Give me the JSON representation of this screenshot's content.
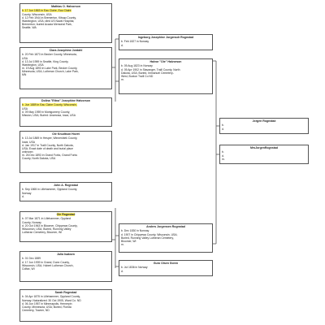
{
  "people": {
    "mathias": {
      "name": "Mathias O. Halvorson",
      "lines": [
        "b. 17 Jun 1863 in Eau Claire, Eau Claire",
        "County, Wisconsin, USA",
        "d. 12 Feb 1944 in Bremerton, Kitsap County,",
        "Washington, USA; died US Naval Hospital,",
        "Bremerton; buried Acacia Memorial Park,",
        "Seattle, WA"
      ]
    },
    "clara": {
      "name": "Clara Josephine Jordahl",
      "lines": [
        "b. 20 Feb 1873 in Becker County, Minnesota,",
        "USA",
        "d. 13 Jul 1959 in Seattle, King County,",
        "Washington, USA",
        "m. 19 Aug 1893 in Lake Park, Becker County,",
        "Minnesota, USA; Lutheran Church, Lake Park,",
        "MN"
      ]
    },
    "dolina": {
      "name": "Dolina \"Ettna\" Josephine Halvorson",
      "lines": [
        "b. Jun 1889 in Eau Claire County, Wisconsin,",
        "USA",
        "d. 09 May 1959 in Montgomery County,",
        "Mission, USA; Buried: Anamosa, Iowa, USA"
      ]
    },
    "ole_knudtson": {
      "name": "Ole Knudtson Hovet",
      "lines": [
        "b. 13 Jul 1869 in Hesper, Winneshiek County,",
        "Iowa, USA",
        "d. Jan 1917 in Traill County, North Dakota,",
        "USA; Exact date of death and burial place",
        "unknown",
        "m. 26 Dec 1893 in Grand Forks, Grand Forks",
        "County, North Dakota, USA"
      ]
    },
    "ingeborg": {
      "name": "Ingeborg Josephine Jorgensdr Rognstad",
      "lines": [
        "b. Feb 1827 in Norway",
        "d."
      ]
    },
    "halvor": {
      "name": "Halvor \"Ole\" Halvorson",
      "lines": [
        "b. 05 Aug 1823 in Norway",
        "d. 05 Apr 1902 in Stavanger, Traill County, North",
        "Dakota, USA; Buried, Immanuel Cemetery-",
        "West, Buxton Traill Co ND",
        "m."
      ]
    },
    "jorgen": {
      "name": "Jorgen Rognstad",
      "lines": [
        "b.",
        "d."
      ]
    },
    "mrs_jorgen": {
      "name": "MrsJorgenRognstad",
      "lines": [
        "b.",
        "d.",
        "m."
      ]
    },
    "john": {
      "name": "John A. Rognstad",
      "lines": [
        "b. Sep 1865 in Lillehammer, Oppland County,",
        "Norway",
        "d."
      ]
    },
    "ole_rognstad": {
      "name": "Ole Rognstad",
      "lines": [
        "b. 07 Mar 1871 in Lillehammer, Oppland",
        "County, Norway",
        "d. 20 Oct 1963 in Bloomer, Chippewa County,",
        "Wisconsin, USA; Buried, Running Valley",
        "Lutheran Cemetery, Bloomer, WI"
      ]
    },
    "julia": {
      "name": "Julia Isaksen",
      "lines": [
        "b. 01 Dec 1889",
        "d. 17 Jun 1939 in Grand, Dunn County,",
        "Wisconsin, USA; Hobert Lutheran Church,",
        "Colfax, Wi"
      ]
    },
    "sarah": {
      "name": "Sarah Rognstad",
      "lines": [
        "b. 04 Apr 1875 in Lillehammer, Oppland County,",
        "Norway; Naturalized: 30 Oct 1905, Ward Co. ND",
        "d. 06 Jun 1957 in Minneapolis, Hennepin",
        "County, Minnesota, USA; Buried, Florida",
        "Cemetery, Towner, ND"
      ]
    },
    "anders": {
      "name": "Anders Jorgensen Rognstad",
      "lines": [
        "b. Dec 1830 in Norway",
        "d. 1907 in Chippewa County, Wisconsin, USA;",
        "Buried, Running Valley Lutheran Cemetery,",
        "Bloomer, WI",
        "m."
      ]
    },
    "guro": {
      "name": "Guro Olsen Sveen",
      "lines": [
        "b. Jul 1836 in Norway",
        "d."
      ]
    }
  },
  "colors": {
    "highlight": "#fff36b",
    "border": "#555555"
  }
}
